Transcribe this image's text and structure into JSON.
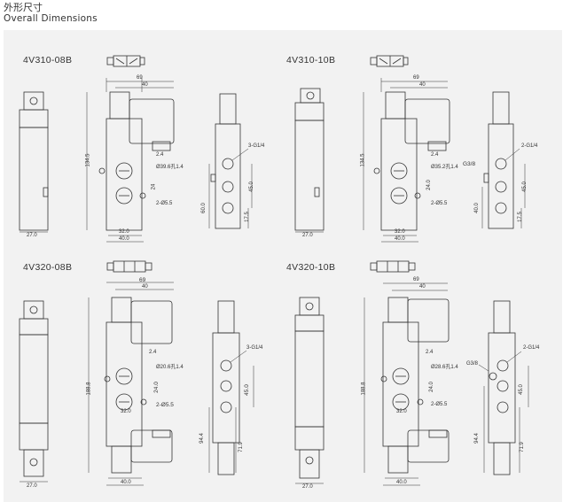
{
  "header": {
    "title_cn": "外形尺寸",
    "title_en": "Overall Dimensions"
  },
  "models": [
    {
      "name": "4V310-08B",
      "dims": {
        "w_top1": "69",
        "w_top2": "40",
        "height": "134.5",
        "body_w": "27.0",
        "base1": "32.0",
        "base2": "40.0",
        "h1": "24",
        "h2": "60.0",
        "h3": "17.5",
        "h4": "45.0",
        "hole1": "Ø39.6孔1.4",
        "hole2": "2-Ø5.5",
        "port": "3-G1/4",
        "dim_small": "2.4"
      }
    },
    {
      "name": "4V310-10B",
      "dims": {
        "w_top1": "69",
        "w_top2": "40",
        "height": "134.5",
        "body_w": "27.0",
        "base1": "32.0",
        "base2": "40.0",
        "h1": "24.0",
        "h2": "40.0",
        "h3": "17.5",
        "h4": "45.0",
        "hole1": "Ø35.2孔1.4",
        "hole2": "2-Ø5.5",
        "port": "2-G1/4",
        "port2": "G3/8",
        "dim_small": "2.4"
      }
    },
    {
      "name": "4V320-08B",
      "dims": {
        "w_top1": "69",
        "w_top2": "40",
        "height": "188.8",
        "body_w": "27.0",
        "base1": "32.0",
        "base2": "40.0",
        "h1": "24.0",
        "h2": "94.4",
        "h3": "71.9",
        "h4": "45.0",
        "hole1": "Ø20.6孔1.4",
        "hole2": "2-Ø5.5",
        "port": "3-G1/4",
        "dim_small": "2.4"
      }
    },
    {
      "name": "4V320-10B",
      "dims": {
        "w_top1": "69",
        "w_top2": "40",
        "height": "188.8",
        "body_w": "27.0",
        "base1": "32.0",
        "base2": "40.0",
        "h1": "24.0",
        "h2": "94.4",
        "h3": "71.9",
        "h4": "45.0",
        "hole1": "Ø28.6孔1.4",
        "hole2": "2-Ø5.5",
        "port": "2-G1/4",
        "port2": "G3/8",
        "dim_small": "2.4"
      }
    }
  ],
  "colors": {
    "panel": "#f2f2f2",
    "line": "#333333"
  }
}
